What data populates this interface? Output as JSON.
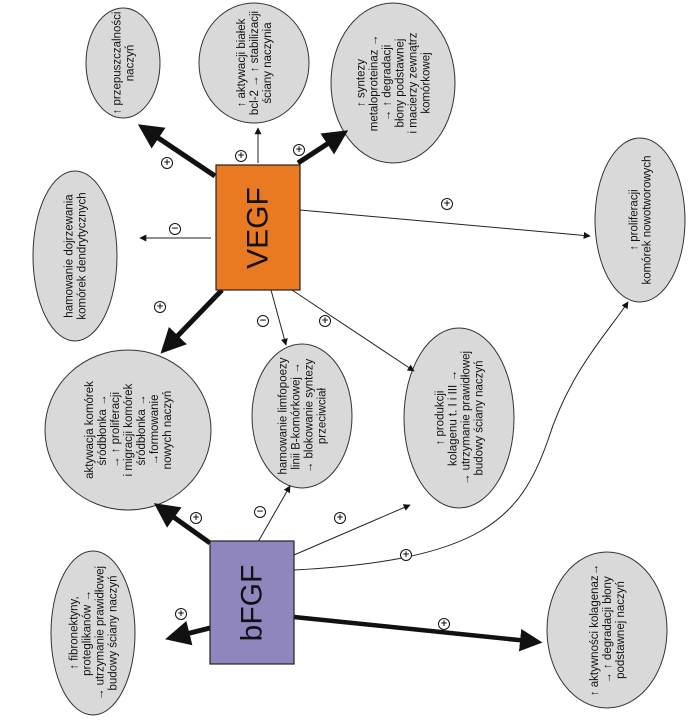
{
  "nodes": {
    "vegf": {
      "label": "VEGF",
      "color": "#e97a22"
    },
    "bfgf": {
      "label": "bFGF",
      "color": "#8f86be"
    }
  },
  "ellipses": {
    "permeability": [
      "↑ przepuszczalności",
      "naczyń"
    ],
    "bcl2": [
      "↑ aktywacji białek",
      "bcl-2 → ↑ stabilizacji",
      "ściany naczynia"
    ],
    "metalloproteinase": [
      "↑ syntezy",
      "metaloproteinaz →",
      "→ ↑ degradacji",
      "błony podstawnej",
      "i macierzy zewnątrz",
      "komórkowej"
    ],
    "dendritic": [
      "hamowanie dojrzewania",
      "komórek dendrytycznych"
    ],
    "tumor_proliferation": [
      "↑ proliferacji",
      "komórek nowotworowych"
    ],
    "endothelial": [
      "aktywacja komórek",
      "śródbłonka →",
      "→ ↑ proliferacji",
      "i migracji komórek",
      "śródbłonka →",
      "→formowanie",
      "nowych naczyń"
    ],
    "lymphopoiesis": [
      "hamowanie limfopoezy",
      "linii B-komórkowej →",
      "→ blokowanie syntezy",
      "przeciwciał"
    ],
    "collagen": [
      "↑ produkcji",
      "kolagenu t. I i III →",
      "→ utrzymanie prawidłowej",
      "budowy ściany naczyń"
    ],
    "fibronectin": [
      "↑ fibronektyny,",
      "proteglikanów →",
      "→ utrzymanie prawidłowej",
      "budowy ściany naczyń"
    ],
    "collagenase": [
      "↑ aktywności kolagenaz→",
      "→ ↑ degradacji błony",
      "podstawnej naczyń"
    ]
  },
  "signs": {
    "plus": "+",
    "minus": "−"
  }
}
